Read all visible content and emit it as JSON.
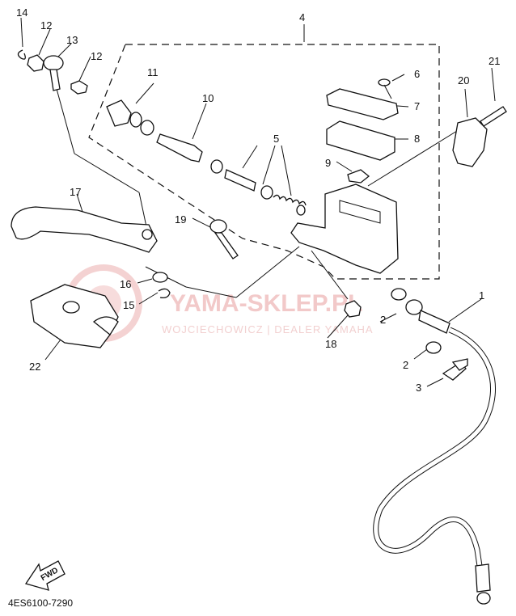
{
  "diagram_code": "4ES6100-7290",
  "watermark": {
    "line1": "YAMA-SKLEP.PL",
    "line2": "WOJCIECHOWICZ | DEALER YAMAHA"
  },
  "fwd_label": "FWD",
  "callouts": {
    "p1": "1",
    "p2a": "2",
    "p2b": "2",
    "p3": "3",
    "p4": "4",
    "p5": "5",
    "p6": "6",
    "p7": "7",
    "p8": "8",
    "p9": "9",
    "p10": "10",
    "p11": "11",
    "p12a": "12",
    "p12b": "12",
    "p13": "13",
    "p14": "14",
    "p15": "15",
    "p16": "16",
    "p17": "17",
    "p18": "18",
    "p19": "19",
    "p20": "20",
    "p21": "21",
    "p22": "22"
  }
}
